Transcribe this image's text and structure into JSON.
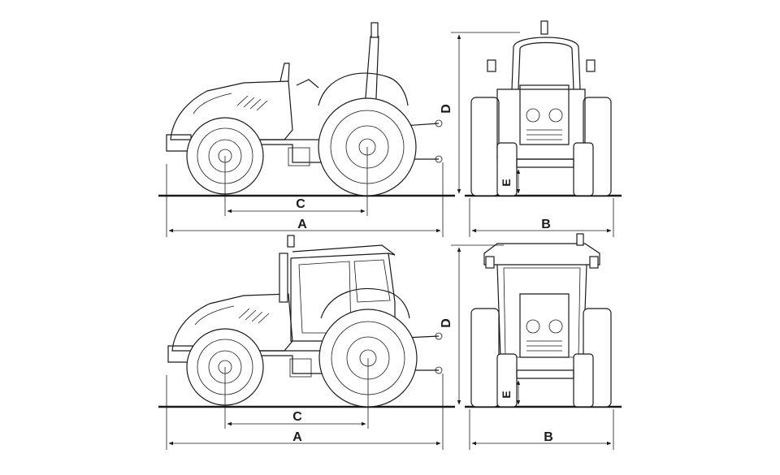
{
  "labels": {
    "length": "A",
    "width": "B",
    "wheelbase": "C",
    "height": "D",
    "clearance": "E"
  },
  "colors": {
    "line": "#1a1a1a",
    "background": "#ffffff"
  }
}
